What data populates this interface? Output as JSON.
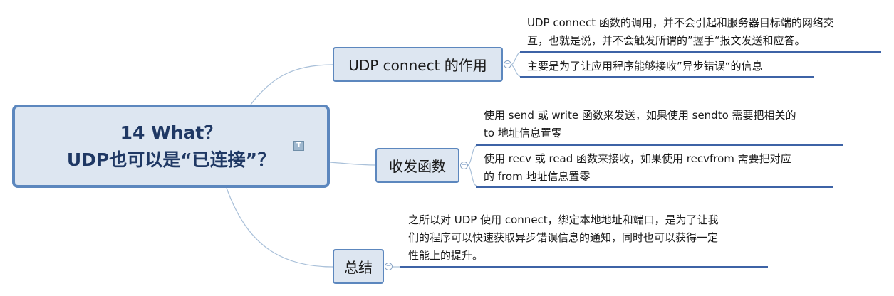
{
  "root": {
    "line1": "14 What？",
    "line2": "UDP也可以是“已连接”？",
    "note_icon": "note-icon"
  },
  "branches": [
    {
      "label": "UDP connect 的作用",
      "children": [
        [
          "UDP connect 函数的调用，并不会引起和服务器目标端的网络交",
          "互，也就是说，并不会触发所谓的”握手“报文发送和应答。"
        ],
        [
          "主要是为了让应用程序能够接收”异步错误“的信息"
        ]
      ]
    },
    {
      "label": "收发函数",
      "children": [
        [
          "使用 send 或 write 函数来发送，如果使用 sendto 需要把相关的",
          "to 地址信息置零"
        ],
        [
          "使用 recv 或 read 函数来接收，如果使用 recvfrom 需要把对应",
          "的 from 地址信息置零"
        ]
      ]
    },
    {
      "label": "总结",
      "children": [
        [
          "之所以对 UDP 使用 connect，绑定本地地址和端口，是为了让我",
          "们的程序可以快速获取异步错误信息的通知，同时也可以获得一定",
          "性能上的提升。"
        ]
      ]
    }
  ],
  "colors": {
    "node_fill": "#dde6f1",
    "node_border": "#5c87be",
    "connector": "#a9c0d9",
    "underline": "#3d63a6",
    "root_text": "#1f3864"
  }
}
